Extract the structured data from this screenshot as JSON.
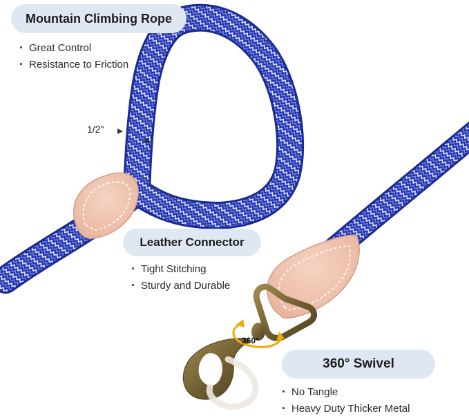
{
  "features": [
    {
      "title": "Mountain Climbing Rope",
      "bullets": [
        "Great Control",
        "Resistance to Friction"
      ]
    },
    {
      "title": "Leather Connector",
      "bullets": [
        "Tight Stitching",
        "Sturdy and Durable"
      ]
    },
    {
      "title": "360° Swivel",
      "bullets": [
        "No Tangle",
        "Heavy Duty Thicker Metal"
      ]
    }
  ],
  "dimension_label": "1/2\"",
  "swivel_badge": "360°",
  "colors": {
    "rope_blue": "#2536b3",
    "rope_pattern": "#dde3f7",
    "leather": "#f2c9b5",
    "stitching": "#fdf4ee",
    "brass": "#7d6a3c",
    "swivel_arrow": "#f0a90a",
    "pill_background": "#dfe8f2"
  },
  "icons": [
    "rotation-arrow-icon"
  ]
}
